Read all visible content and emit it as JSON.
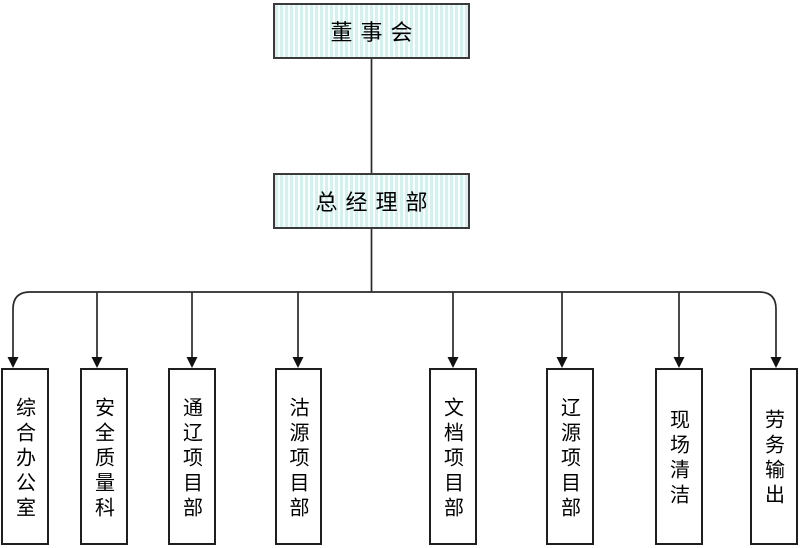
{
  "org": {
    "root": {
      "label": "董事会"
    },
    "executive": {
      "label": "总经理部"
    },
    "departments": [
      {
        "label": "综合办公室"
      },
      {
        "label": "安全质量科"
      },
      {
        "label": "通辽项目部"
      },
      {
        "label": "沽源项目部"
      },
      {
        "label": "文档项目部"
      },
      {
        "label": "辽源项目部"
      },
      {
        "label": "现场清洁"
      },
      {
        "label": "劳务输出"
      }
    ]
  },
  "colors": {
    "node_fill_stripe_a": "#d4f1ef",
    "node_fill_stripe_b": "#fafefd",
    "top_node_border": "#3a3a3a",
    "dept_node_border": "#1f1f1f",
    "connector_line": "#2a2a2a",
    "text": "#000000",
    "background": "#ffffff"
  }
}
